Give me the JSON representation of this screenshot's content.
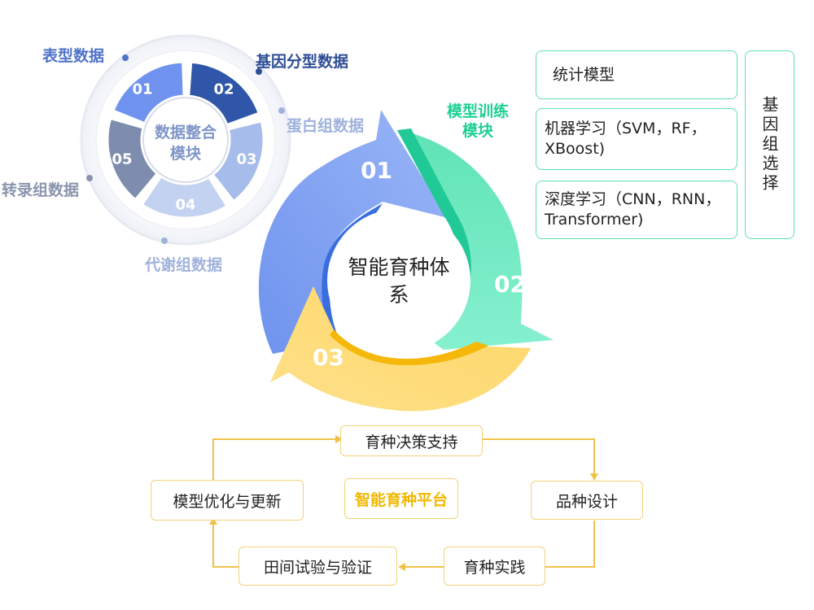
{
  "integration": {
    "center_label": "数据整合模块",
    "center_line1": "数据整合",
    "center_line2": "模块",
    "segments": [
      "01",
      "02",
      "03",
      "04",
      "05"
    ],
    "labels": {
      "phenotype": "表型数据",
      "genotype": "基因分型数据",
      "proteome": "蛋白组数据",
      "metabolome": "代谢组数据",
      "transcriptome": "转录组数据"
    }
  },
  "cycle": {
    "center_line1": "智能育种体",
    "center_line2": "系",
    "numbers": [
      "01",
      "02",
      "03"
    ],
    "module_label_line1": "模型训练",
    "module_label_line2": "模块"
  },
  "models": {
    "items": [
      {
        "line1": "统计模型",
        "line2": ""
      },
      {
        "line1": "机器学习（SVM，RF，",
        "line2": "XBoost)"
      },
      {
        "line1": "深度学习（CNN，RNN，",
        "line2": "Transformer)"
      }
    ],
    "genome_selection": "基因组选择"
  },
  "platform": {
    "center": "智能育种平台",
    "steps": {
      "decision": "育种决策支持",
      "variety": "品种设计",
      "practice": "育种实践",
      "field": "田间试验与验证",
      "update": "模型优化与更新"
    }
  },
  "colors": {
    "blue": "#7ea2f3",
    "green": "#6eeac3",
    "yellow": "#fcd86a",
    "dark_blue": "#2f56a8",
    "orange_border": "#f3d27a"
  }
}
